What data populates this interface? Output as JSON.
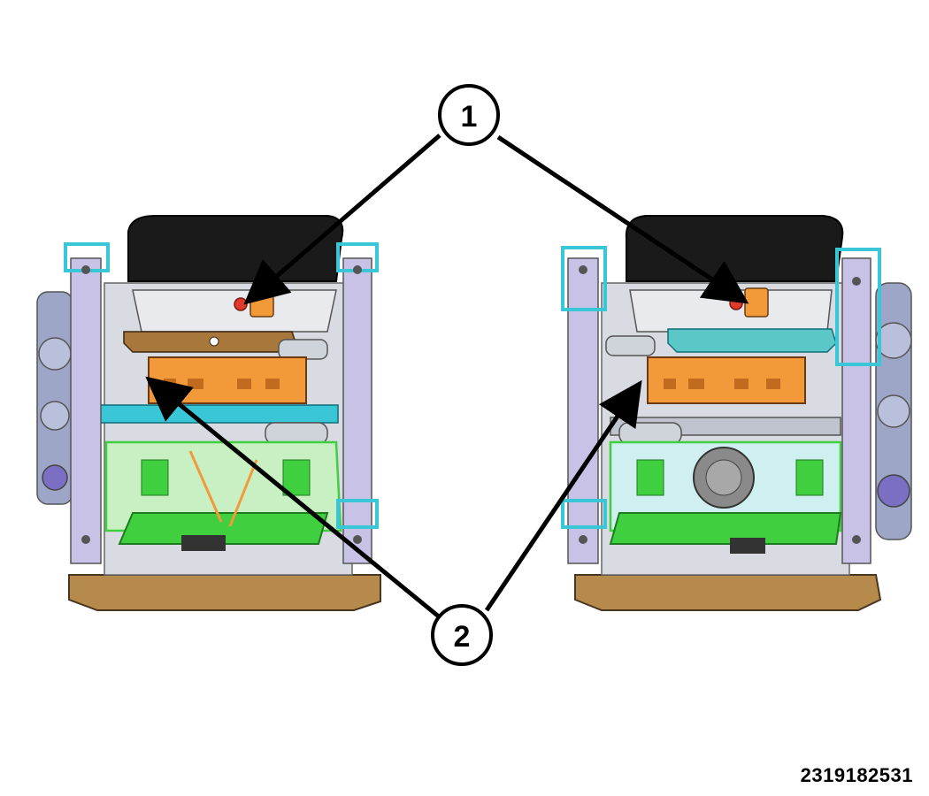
{
  "callouts": [
    {
      "label": "1"
    },
    {
      "label": "2"
    }
  ],
  "figure_id": "2319182531",
  "colors": {
    "frame_cyan": "#39c6d6",
    "module_orange": "#f29a3a",
    "bracket_brown": "#a8773b",
    "wiring_green": "#3fcf3f",
    "bolster_black": "#1a1a1a",
    "base_bronze": "#b58a4a",
    "rail_lavender": "#c8c3e6",
    "connector_red": "#e03a2a"
  }
}
